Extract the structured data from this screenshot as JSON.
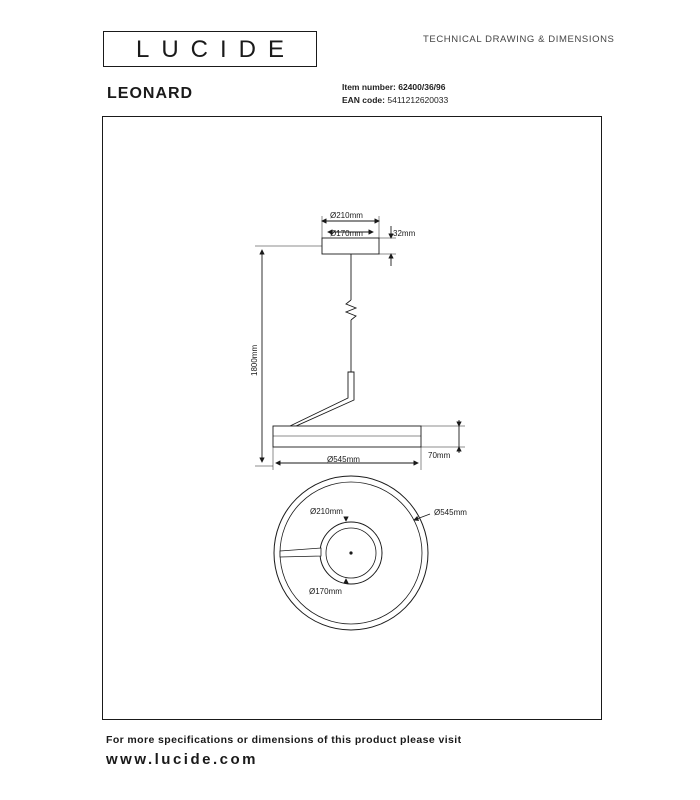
{
  "header": {
    "logo": "LUCIDE",
    "document_type": "TECHNICAL DRAWING & DIMENSIONS",
    "product_name": "LEONARD",
    "item_number_label": "Item number:",
    "item_number": "62400/36/96",
    "ean_label": "EAN code:",
    "ean": "5411212620033"
  },
  "drawing": {
    "side": {
      "canopy_outer": "Ø210mm",
      "canopy_inner": "Ø170mm",
      "canopy_height": "32mm",
      "total_height": "1800mm",
      "ring_diameter": "Ø545mm",
      "ring_height": "70mm"
    },
    "top": {
      "canopy_outer": "Ø210mm",
      "ring_diameter": "Ø545mm",
      "canopy_inner": "Ø170mm"
    }
  },
  "footer": {
    "line1": "For more specifications or dimensions of this product please visit",
    "url": "www.lucide.com"
  }
}
